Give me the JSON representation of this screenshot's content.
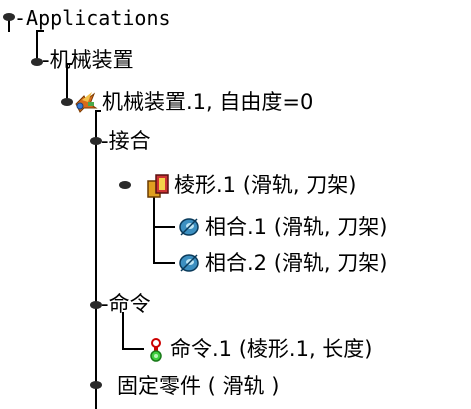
{
  "tree": {
    "root": {
      "label": "-Applications"
    },
    "mechanisms": {
      "label": "-机械装置"
    },
    "mechanism1": {
      "label": "机械装置.1, 自由度=0",
      "icon": "mechanism-icon"
    },
    "joints": {
      "label": "-接合"
    },
    "prismatic1": {
      "label": "棱形.1 (滑轨, 刀架)",
      "icon": "prismatic-joint-icon"
    },
    "coincidence1": {
      "label": "相合.1 (滑轨, 刀架)",
      "icon": "constraint-icon"
    },
    "coincidence2": {
      "label": "相合.2 (滑轨, 刀架)",
      "icon": "constraint-icon"
    },
    "commands": {
      "label": "-命令"
    },
    "command1": {
      "label": "命令.1 (棱形.1, 长度)",
      "icon": "command-icon"
    },
    "fixed_part": {
      "label": "固定零件 ( 滑轨 )"
    }
  },
  "colors": {
    "line": "#000000",
    "node": "#2a2a2a",
    "background": "#ffffff"
  }
}
